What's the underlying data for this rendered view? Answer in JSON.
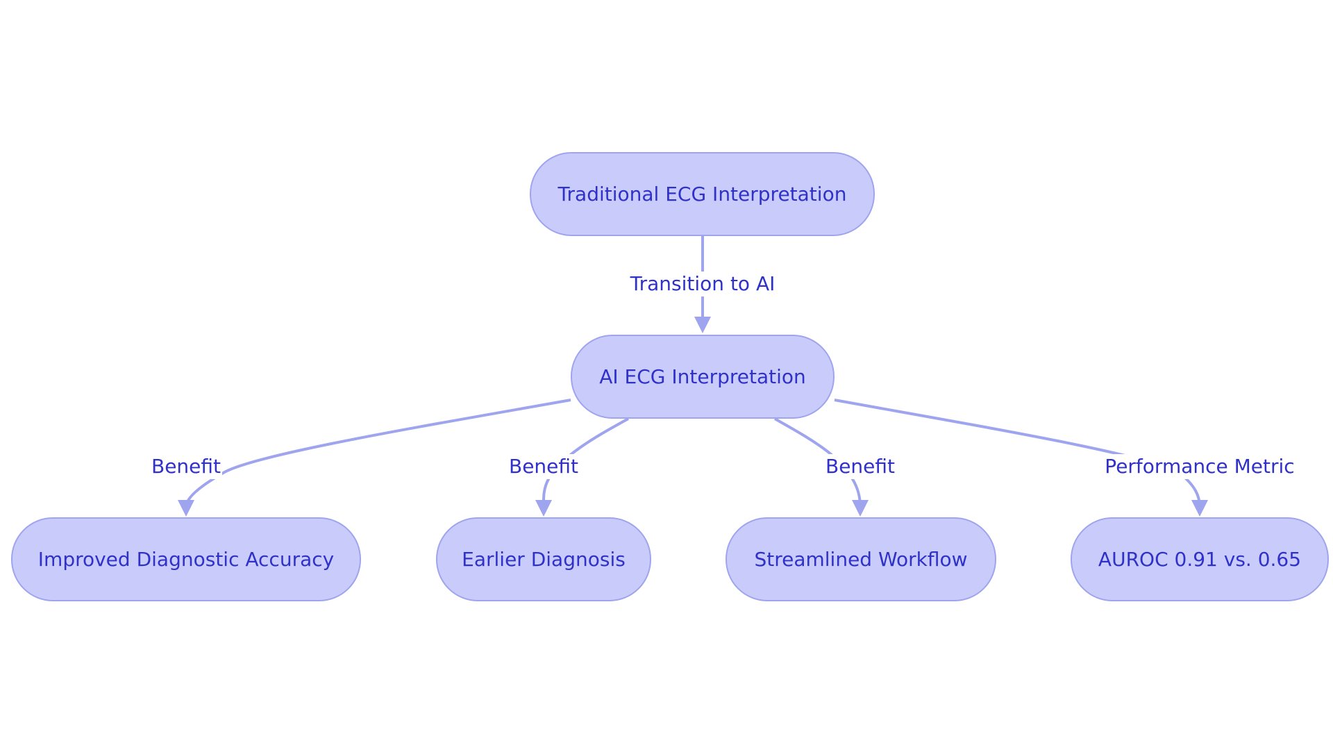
{
  "colors": {
    "node_fill": "#c9ccfb",
    "node_border": "#9fa4ee",
    "text": "#2f31c9",
    "edge": "#9fa4ee"
  },
  "nodes": {
    "traditional": "Traditional ECG Interpretation",
    "ai": "AI ECG Interpretation",
    "accuracy": "Improved Diagnostic Accuracy",
    "earlier": "Earlier Diagnosis",
    "workflow": "Streamlined Workflow",
    "auroc": "AUROC 0.91 vs. 0.65"
  },
  "edges": {
    "transition": "Transition to AI",
    "benefit_1": "Benefit",
    "benefit_2": "Benefit",
    "benefit_3": "Benefit",
    "performance": "Performance Metric"
  }
}
